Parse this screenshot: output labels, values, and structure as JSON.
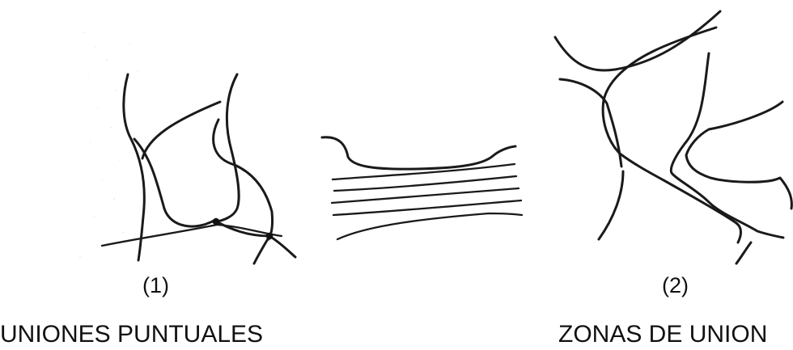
{
  "figure": {
    "left_panel": {
      "number_label": "(1)",
      "caption": "UNIONES PUNTUALES"
    },
    "right_panel": {
      "number_label": "(2)",
      "caption": "ZONAS DE UNION"
    }
  }
}
